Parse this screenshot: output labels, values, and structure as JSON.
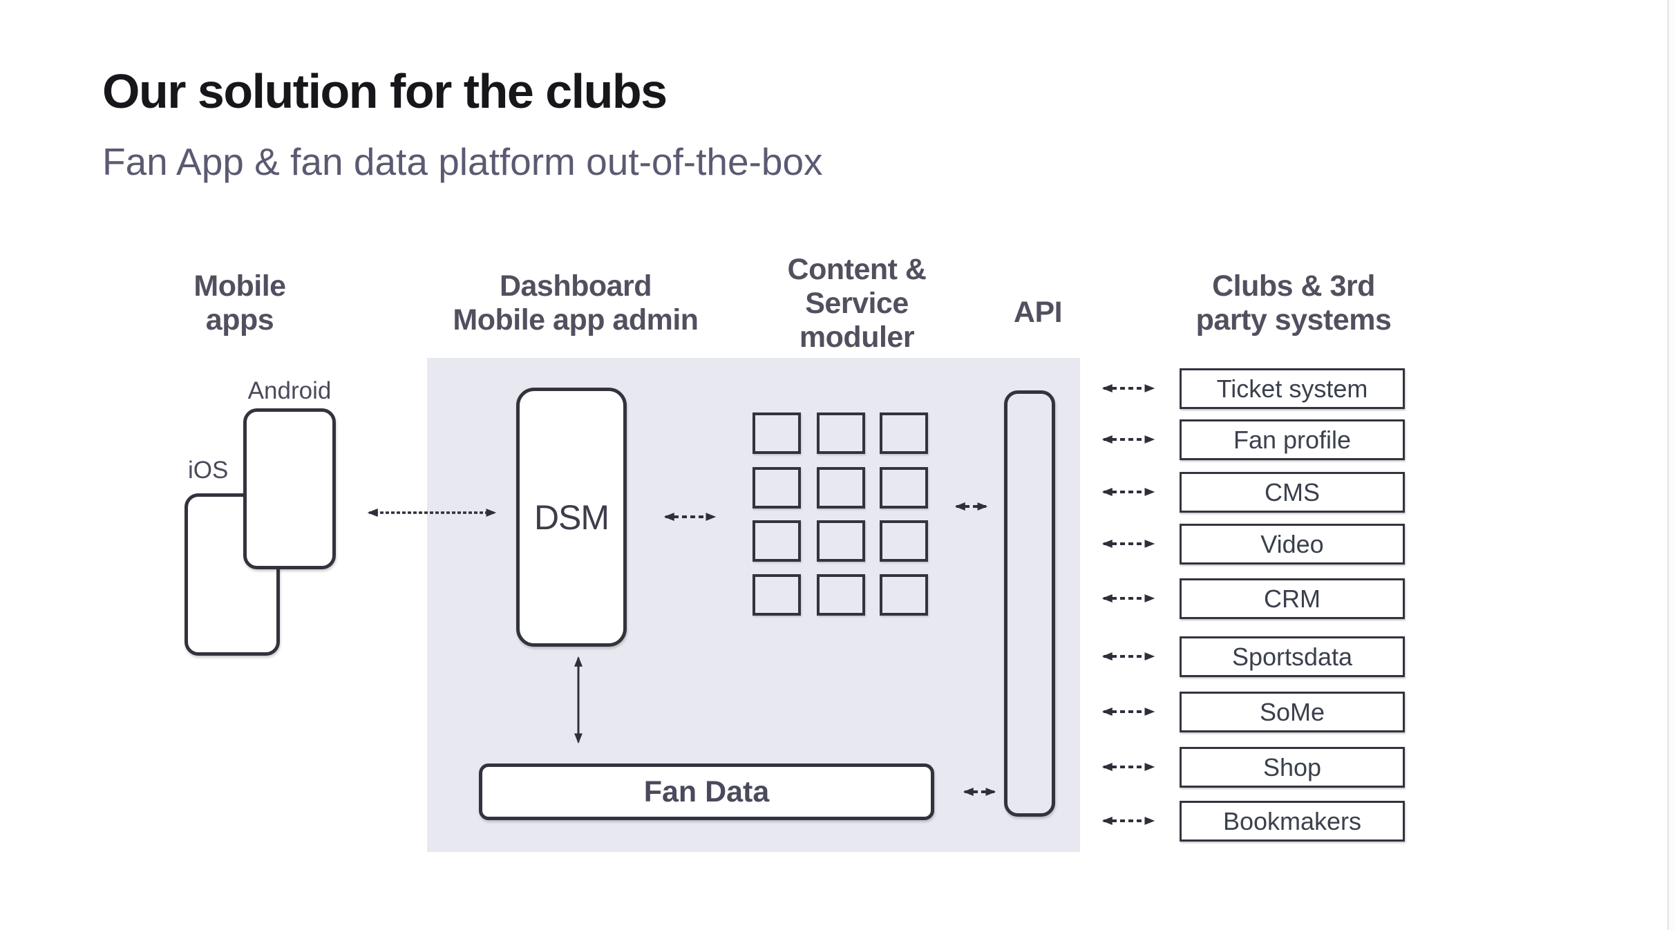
{
  "slide": {
    "title": "Our solution for the clubs",
    "subtitle": "Fan App & fan data platform out-of-the-box"
  },
  "columns": {
    "mobile_apps": {
      "label": "Mobile\napps"
    },
    "dashboard": {
      "label": "Dashboard\nMobile app admin"
    },
    "content_service": {
      "label": "Content &\nService\nmoduler"
    },
    "api": {
      "label": "API"
    },
    "clubs_third_party": {
      "label": "Clubs & 3rd\nparty systems"
    }
  },
  "mobile_apps": {
    "android_label": "Android",
    "ios_label": "iOS"
  },
  "platform": {
    "dsm_label": "DSM",
    "fan_data_label": "Fan Data"
  },
  "systems": [
    "Ticket system",
    "Fan profile",
    "CMS",
    "Video",
    "CRM",
    "Sportsdata",
    "SoMe",
    "Shop",
    "Bookmakers"
  ],
  "colors": {
    "panel_background": "#e8e8f1",
    "outline": "#33333e",
    "arrow": "#2f2f3a",
    "title_text": "#16161b",
    "subtitle_text": "#5a5a72",
    "header_text": "#50505f",
    "box_text": "#3a404c"
  }
}
